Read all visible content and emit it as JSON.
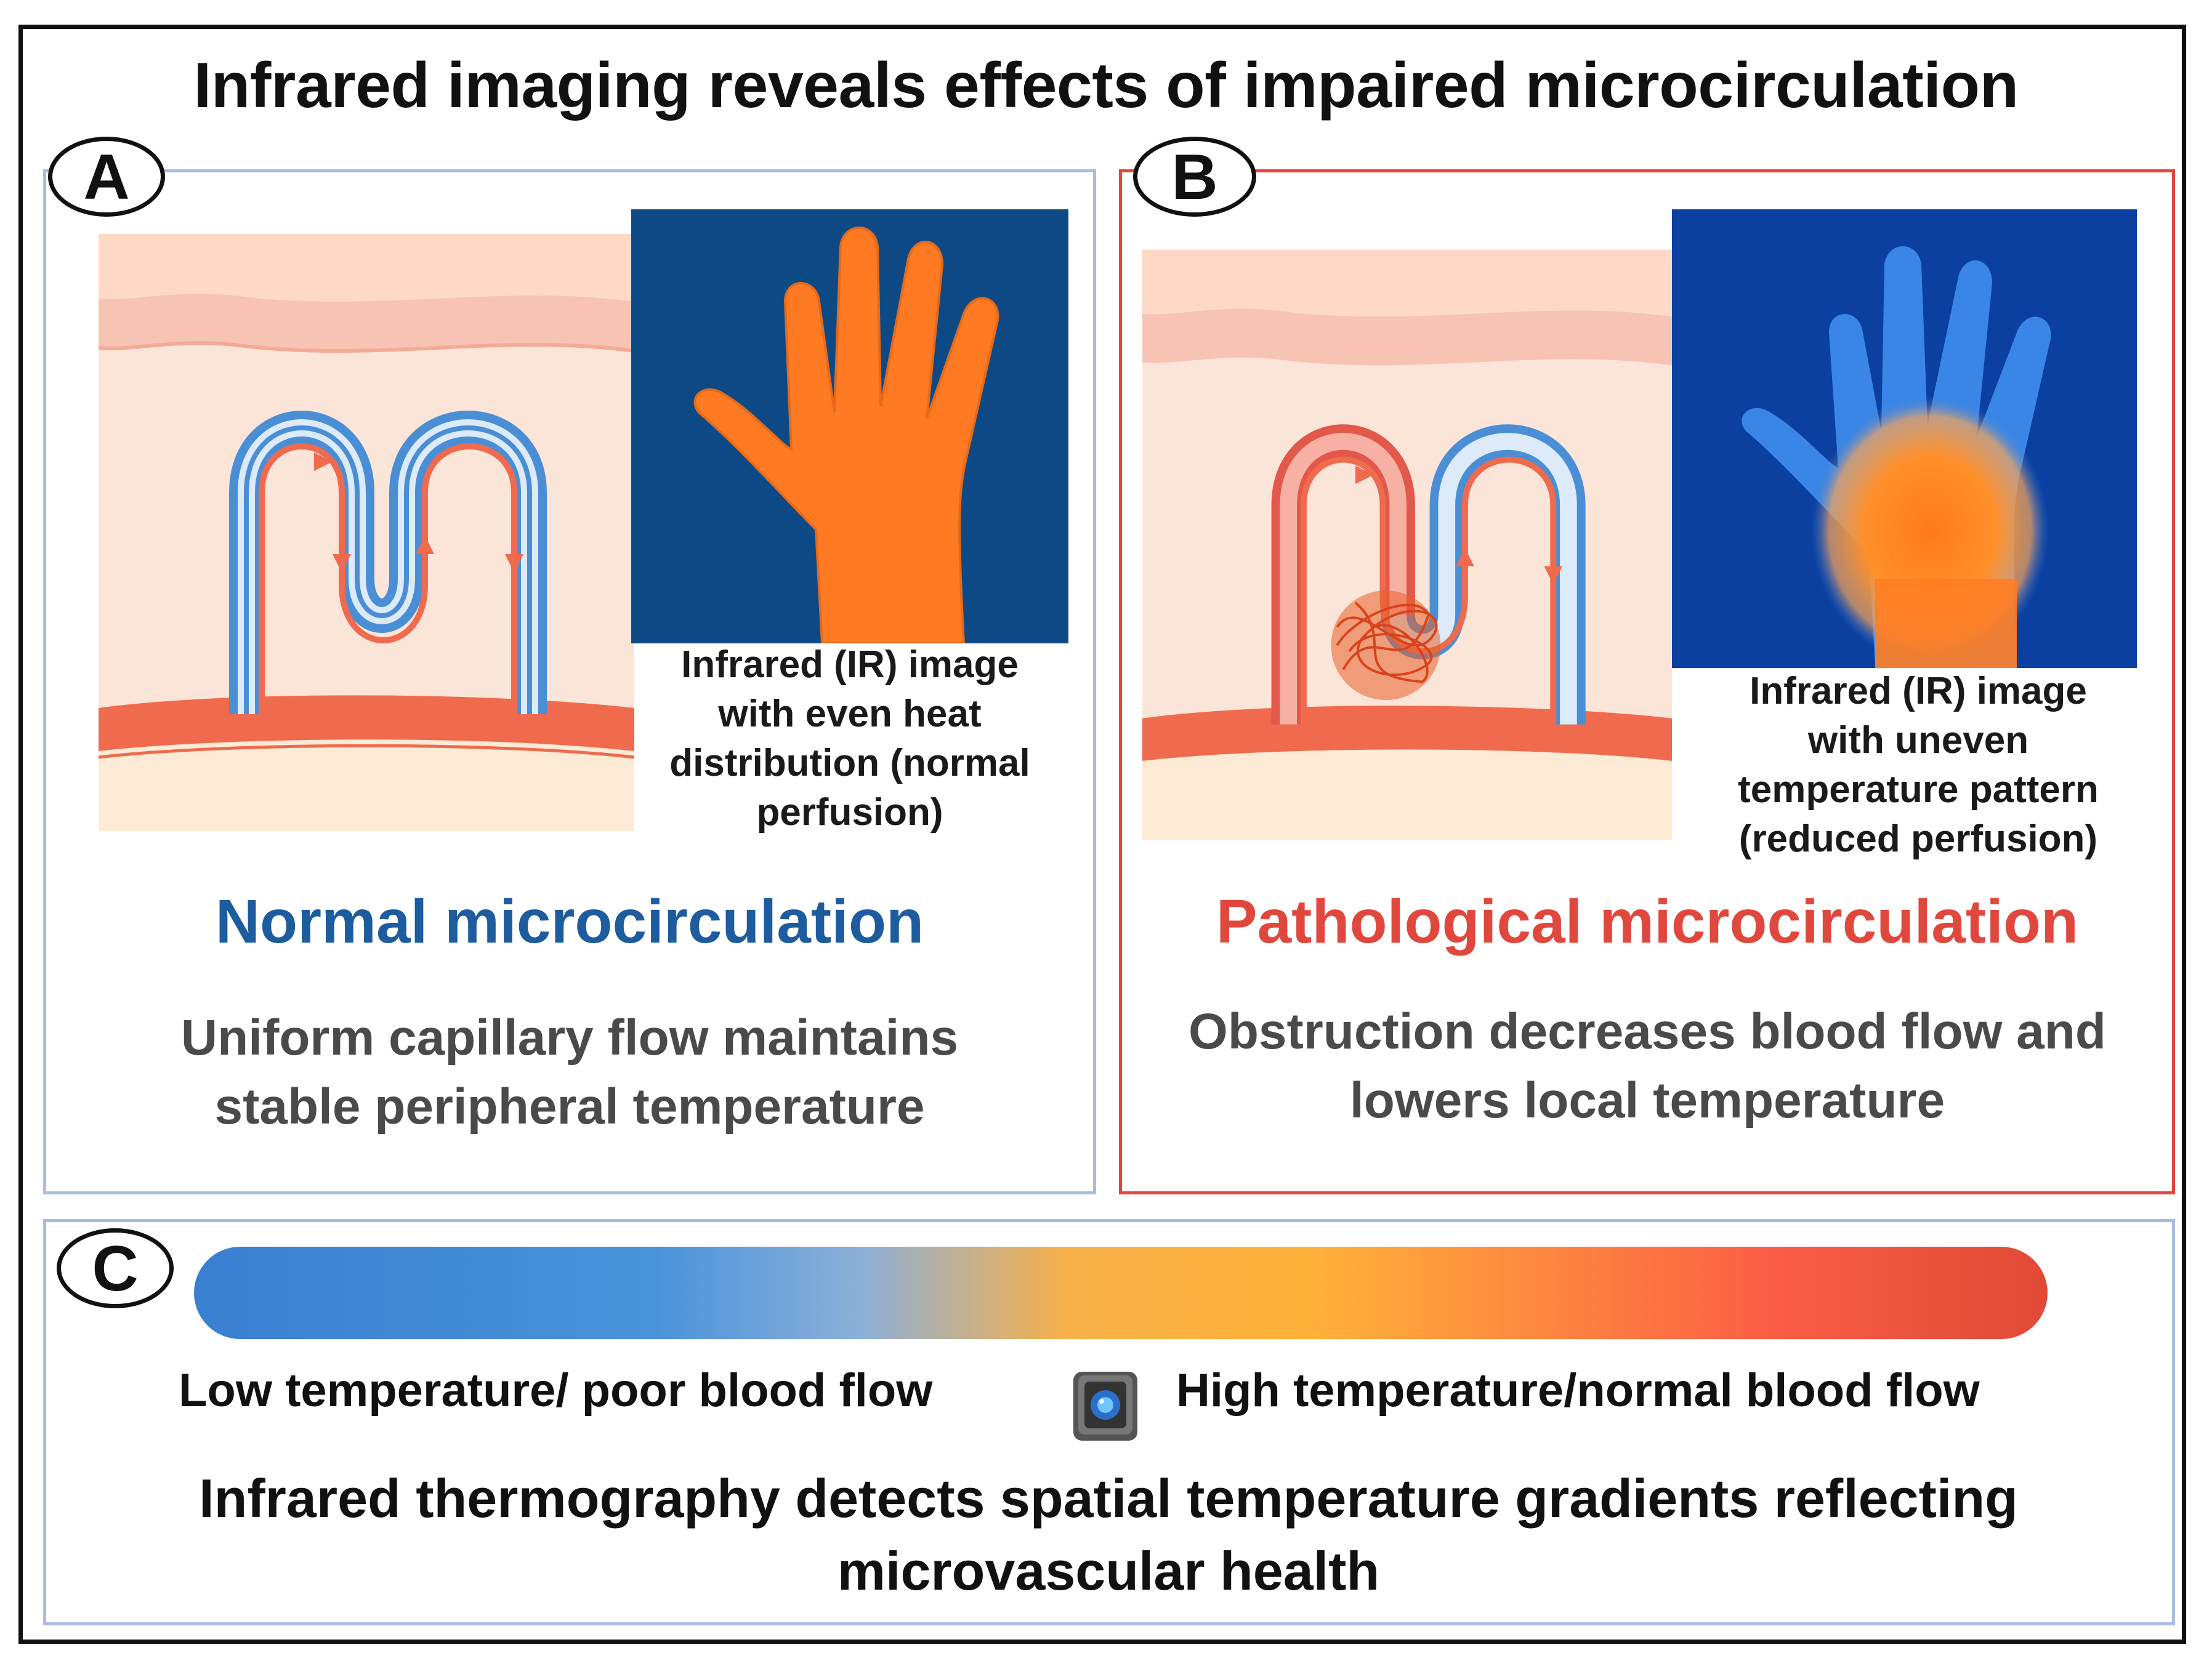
{
  "title": "Infrared imaging reveals effects of impaired microcirculation",
  "panel_a": {
    "badge": "A",
    "ir_caption": "Infrared (IR) image with even heat distribution (normal perfusion)",
    "heading": "Normal microcirculation",
    "description": "Uniform capillary flow maintains stable peripheral temperature"
  },
  "panel_b": {
    "badge": "B",
    "ir_caption": "Infrared (IR) image with uneven temperature pattern (reduced perfusion)",
    "heading": "Pathological microcirculation",
    "description": "Obstruction decreases blood flow and lowers local temperature"
  },
  "panel_c": {
    "badge": "C",
    "low_label": "Low temperature/ poor blood flow",
    "high_label": "High temperature/normal blood flow",
    "footer": "Infrared  thermography detects spatial temperature gradients reflecting microvascular health"
  },
  "colors": {
    "normal": "#1d5c9e",
    "pathological": "#e0483e",
    "ir_background_a": "#0d4a85",
    "ir_background_b": "#0b3fa0",
    "hand_warm": "#ff7a22",
    "artery": "#f06a4e",
    "vein": "#4a8fd6",
    "skin": "#fbe4d8"
  },
  "icons": [
    "infrared-camera-icon"
  ]
}
